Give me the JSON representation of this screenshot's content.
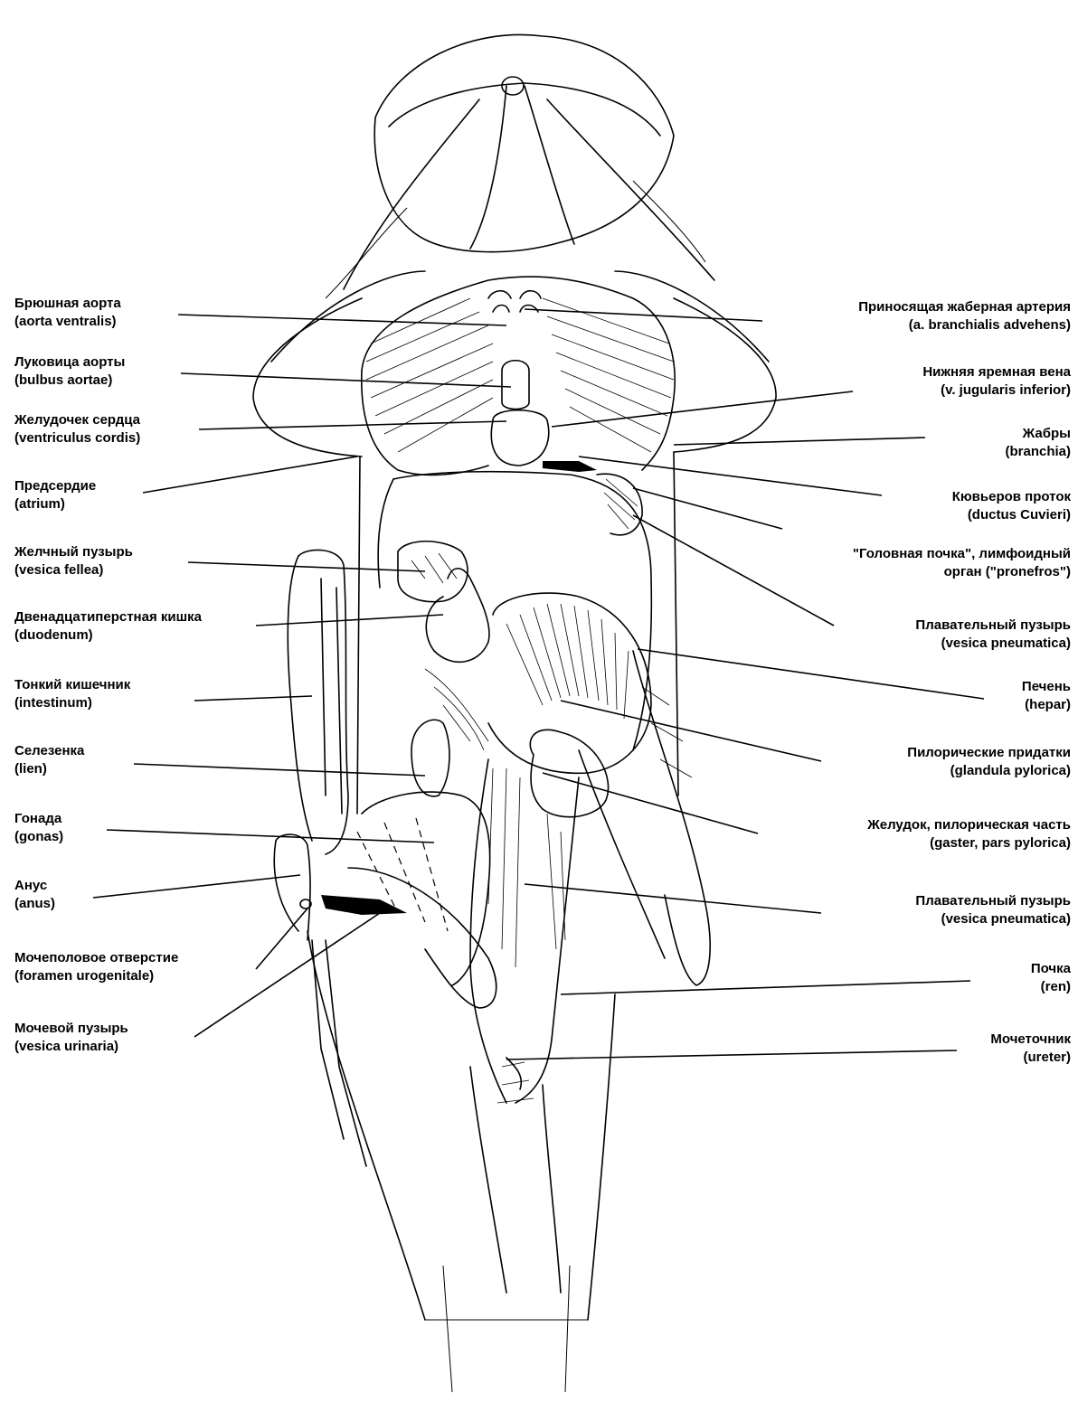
{
  "labels": {
    "left": [
      {
        "id": "aorta-ventralis",
        "ru": "Брюшная аорта",
        "lat": "(aorta ventralis)"
      },
      {
        "id": "bulbus-aortae",
        "ru": "Луковица аорты",
        "lat": "(bulbus aortae)"
      },
      {
        "id": "ventriculus-cordis",
        "ru": "Желудочек сердца",
        "lat": "(ventriculus cordis)"
      },
      {
        "id": "atrium",
        "ru": "Предсердие",
        "lat": "(atrium)"
      },
      {
        "id": "vesica-fellea",
        "ru": "Желчный пузырь",
        "lat": "(vesica fellea)"
      },
      {
        "id": "duodenum",
        "ru": "Двенадцатиперстная кишка",
        "lat": "(duodenum)"
      },
      {
        "id": "intestinum",
        "ru": "Тонкий кишечник",
        "lat": "(intestinum)"
      },
      {
        "id": "lien",
        "ru": "Селезенка",
        "lat": "(lien)"
      },
      {
        "id": "gonas",
        "ru": "Гонада",
        "lat": "(gonas)"
      },
      {
        "id": "anus",
        "ru": "Анус",
        "lat": "(anus)"
      },
      {
        "id": "foramen-urogenitale",
        "ru": "Мочеполовое отверстие",
        "lat": "(foramen urogenitale)"
      },
      {
        "id": "vesica-urinaria",
        "ru": "Мочевой пузырь",
        "lat": "(vesica urinaria)"
      }
    ],
    "right": [
      {
        "id": "branchialis-advehens",
        "ru": "Приносящая жаберная артерия",
        "lat": "(a. branchialis advehens)"
      },
      {
        "id": "jugularis-inferior",
        "ru": "Нижняя яремная вена",
        "lat": "(v. jugularis inferior)"
      },
      {
        "id": "branchia",
        "ru": "Жабры",
        "lat": "(branchia)"
      },
      {
        "id": "ductus-cuvieri",
        "ru": "Кювьеров проток",
        "lat": "(ductus Cuvieri)"
      },
      {
        "id": "pronefros",
        "ru": "\"Головная почка\", лимфоидный",
        "lat": "орган (\"pronefros\")"
      },
      {
        "id": "vesica-pneumatica-1",
        "ru": "Плавательный пузырь",
        "lat": "(vesica pneumatica)"
      },
      {
        "id": "hepar",
        "ru": "Печень",
        "lat": "(hepar)"
      },
      {
        "id": "glandula-pylorica",
        "ru": "Пилорические придатки",
        "lat": "(glandula pylorica)"
      },
      {
        "id": "gaster",
        "ru": "Желудок, пилорическая часть",
        "lat": "(gaster, pars pylorica)"
      },
      {
        "id": "vesica-pneumatica-2",
        "ru": "Плавательный пузырь",
        "lat": "(vesica pneumatica)"
      },
      {
        "id": "ren",
        "ru": "Почка",
        "lat": "(ren)"
      },
      {
        "id": "ureter",
        "ru": "Мочеточник",
        "lat": "(ureter)"
      }
    ]
  }
}
